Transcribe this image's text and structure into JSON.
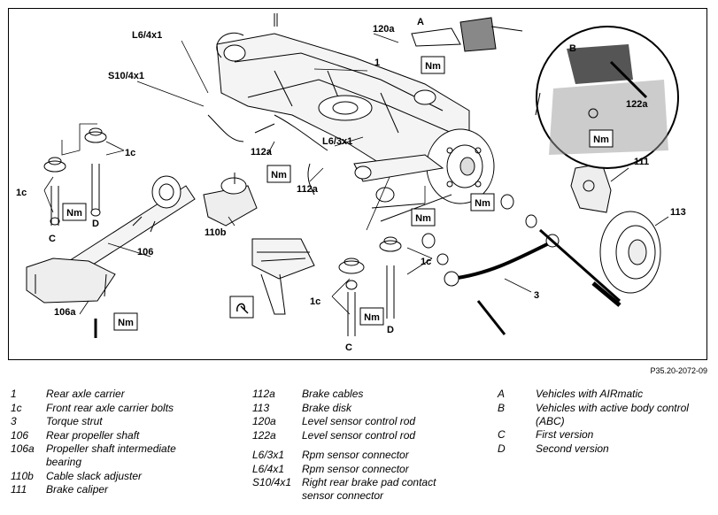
{
  "diagram": {
    "labels": {
      "l6_4x1": "L6/4x1",
      "s10_4x1": "S10/4x1",
      "l6_3x1": "L6/3x1",
      "a": "A",
      "b": "B",
      "n120a": "120a",
      "n122a": "122a",
      "n1": "1",
      "n1c_a": "1c",
      "n1c_b": "1c",
      "n1c_c": "1c",
      "n1c_d": "1c",
      "c1": "C",
      "d1": "D",
      "c2": "C",
      "d2": "D",
      "n106": "106",
      "n106a": "106a",
      "n110b": "110b",
      "n111": "111",
      "n112a_a": "112a",
      "n112a_b": "112a",
      "n113": "113",
      "n3": "3"
    },
    "nm_label": "Nm",
    "reference": "P35.20-2072-09"
  },
  "legend": {
    "col1": [
      {
        "key": "1",
        "value": "Rear axle carrier"
      },
      {
        "key": "1c",
        "value": "Front rear axle carrier bolts"
      },
      {
        "key": "3",
        "value": "Torque strut"
      },
      {
        "key": "106",
        "value": "Rear propeller shaft"
      },
      {
        "key": "106a",
        "value": "Propeller shaft intermediate bearing"
      },
      {
        "key": "110b",
        "value": "Cable slack adjuster"
      },
      {
        "key": "111",
        "value": "Brake caliper"
      }
    ],
    "col2": [
      {
        "key": "112a",
        "value": "Brake cables"
      },
      {
        "key": "113",
        "value": "Brake disk"
      },
      {
        "key": "120a",
        "value": "Level sensor control rod"
      },
      {
        "key": "122a",
        "value": "Level sensor control rod"
      },
      {
        "key": "L6/3x1",
        "value": "Rpm sensor connector"
      },
      {
        "key": "L6/4x1",
        "value": "Rpm sensor connector"
      },
      {
        "key": "S10/4x1",
        "value": "Right rear brake pad contact sensor connector"
      }
    ],
    "col3": [
      {
        "key": "A",
        "value": "Vehicles with AIRmatic"
      },
      {
        "key": "B",
        "value": "Vehicles with active body control (ABC)"
      },
      {
        "key": "C",
        "value": "First version"
      },
      {
        "key": "D",
        "value": "Second version"
      }
    ]
  }
}
